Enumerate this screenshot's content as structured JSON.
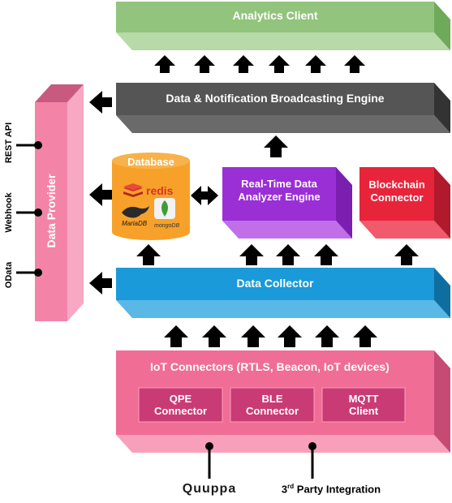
{
  "analytics_client": "Analytics Client",
  "broadcasting_engine": "Data & Notification Broadcasting Engine",
  "data_provider": "Data Provider",
  "database": {
    "title": "Database",
    "logos": [
      "redis",
      "MariaDB",
      "mongoDB"
    ]
  },
  "analyzer_engine": {
    "line1": "Real-Time Data",
    "line2": "Analyzer Engine"
  },
  "blockchain": {
    "line1": "Blockchain",
    "line2": "Connector"
  },
  "data_collector": "Data Collector",
  "iot": {
    "title": "IoT Connectors (RTLS, Beacon, IoT devices)",
    "connectors": [
      {
        "line1": "QPE",
        "line2": "Connector"
      },
      {
        "line1": "BLE",
        "line2": "Connector"
      },
      {
        "line1": "MQTT",
        "line2": "Client"
      }
    ]
  },
  "api_labels": [
    "REST API",
    "Webhook",
    "OData"
  ],
  "bottom": {
    "quuppa": "Quuppa",
    "third_party_sup": "rd",
    "third_party_pre": "3",
    "third_party_rest": " Party Integration"
  },
  "colors": {
    "analytics": "#92c47d",
    "broadcast": "#555555",
    "provider": "#f483a8",
    "database": "#f7a12a",
    "analyzer": "#9b2fd6",
    "blockchain": "#e8243b",
    "collector": "#1a9ad8",
    "iot": "#f06d96",
    "connector": "#c93b74"
  },
  "icons": [
    "arrow-up-icon",
    "arrow-left-icon",
    "double-arrow-icon",
    "connector-dot-icon",
    "redis-logo",
    "mariadb-logo",
    "mongodb-logo"
  ]
}
